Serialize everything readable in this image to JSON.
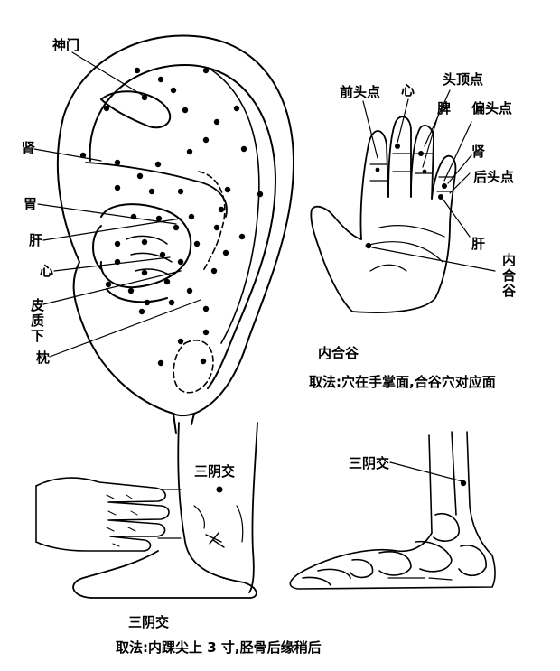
{
  "ear": {
    "labels": {
      "shenmen": "神门",
      "shen": "肾",
      "wei": "胃",
      "gan": "肝",
      "xin": "心",
      "pizhixia": "皮质下",
      "zhen": "枕"
    }
  },
  "hand": {
    "labels": {
      "qiantou": "前头点",
      "xin": "心",
      "touding": "头顶点",
      "pi": "脾",
      "piantou": "偏头点",
      "shen": "肾",
      "houtou": "后头点",
      "gan": "肝",
      "neihegu": "内合谷"
    },
    "caption_title": "内合谷",
    "caption_method": "取法:穴在手掌面,合谷穴对应面"
  },
  "foot": {
    "label_left": "三阴交",
    "label_right": "三阴交",
    "caption_title": "三阴交",
    "caption_method": "取法:内踝尖上 3 寸,胫骨后缘稍后"
  }
}
